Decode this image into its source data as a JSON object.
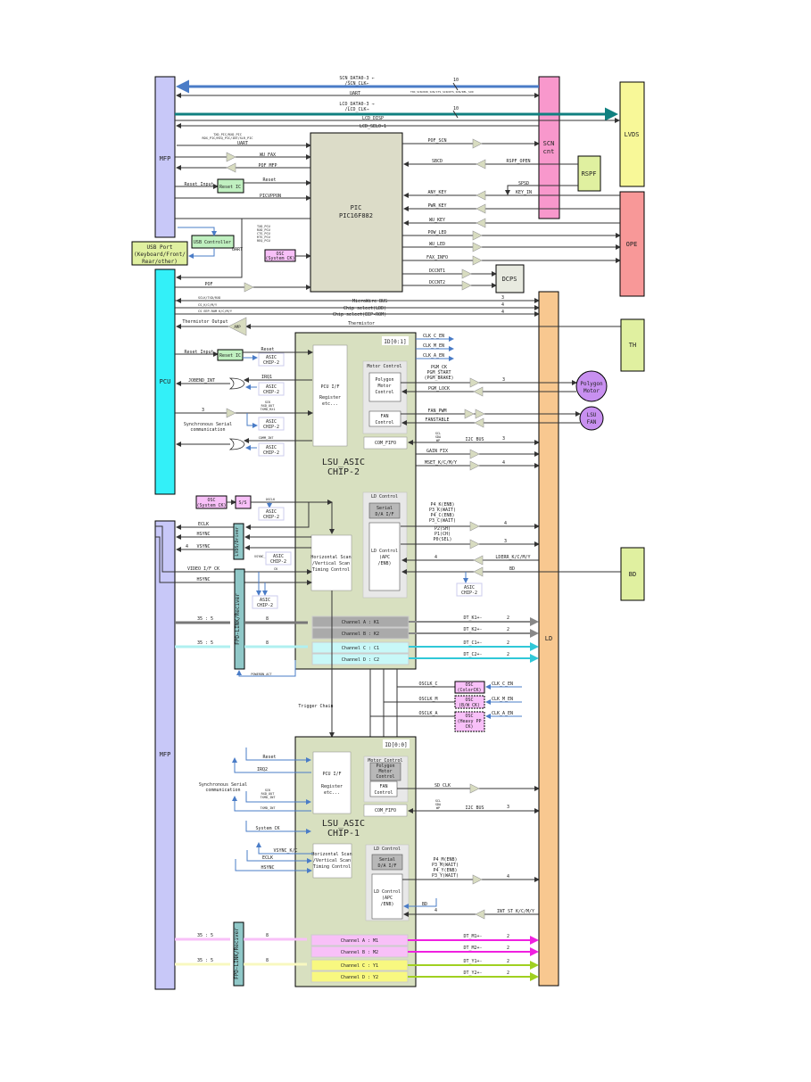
{
  "colors": {
    "mfp": "#c8c8f8",
    "pcu": "#33f0f8",
    "scn": "#f898cc",
    "lvds": "#f8f898",
    "ope": "#f89898",
    "rspf": "#e0f0a0",
    "th": "#e0f0a0",
    "bd": "#e0f0a0",
    "ld": "#f8c890",
    "asic": "#d8e0c0",
    "pic": "#dcdcc8",
    "reset_ic": "#c0f0c0",
    "usb_ctrl": "#c0f0c0",
    "usb_port": "#e0f0a0",
    "osc": "#f8c0f8",
    "motor": "#c890f0",
    "fpd": "#90c8c8",
    "scn_bus": "#4a7cc7",
    "lcd_bus": "#108080",
    "cyan_ch": "#30c8d8",
    "magenta_ch": "#f020e0",
    "yellow_ch": "#a0d020",
    "gray_ch": "#999999"
  },
  "blocks": {
    "mfp_top": "MFP",
    "mfp_bottom": "MFP",
    "pcu": "PCU",
    "scn": [
      "SCN",
      "cnt"
    ],
    "lvds": "LVDS",
    "rspf": "RSPF",
    "ope": "OPE",
    "dcps": "DCPS",
    "th": "TH",
    "bd": "BD",
    "ld": "LD",
    "pic": [
      "PIC",
      "PIC16F882"
    ],
    "reset_ic": "Reset IC",
    "reset_ic_2": "Reset IC",
    "usb_controller": "USB Controller",
    "usb_port": [
      "USB Port",
      "(Keyboard/Front/",
      "Rear/other)"
    ],
    "osc_pic": [
      "OSC",
      "(System CK)"
    ],
    "osc_sys": [
      "OSC",
      "(System CK)"
    ],
    "ss": "S/S",
    "amp": "AMP",
    "polygon_motor": [
      "Polygon",
      "Motor"
    ],
    "lsu_fan": [
      "LSU",
      "FAN"
    ],
    "lvds_driver": "LVDS/Driver",
    "fpd_receiver_1": "FPD-LINK/Reciver",
    "fpd_receiver_2": "FPD-LINK/Reciver",
    "osc_color": [
      "OSC",
      "(ColorCK)"
    ],
    "osc_bw": [
      "OSC",
      "(B/W CK)"
    ],
    "osc_heavy": [
      "OSC",
      "(Heavy PP",
      "CK)"
    ]
  },
  "asic2": {
    "title": [
      "LSU_ASIC",
      "CHIP-2"
    ],
    "id": "ID[0:1]",
    "pcu_if": [
      "PCU I/F",
      "",
      "Register",
      "etc..."
    ],
    "motor_control": "Motor Control",
    "polygon_ctrl": [
      "Polygon",
      "Motor",
      "Control"
    ],
    "fan_ctrl": [
      "FAN",
      "Control"
    ],
    "com_fifo": "COM_FIFO",
    "ld_control": "LD Control",
    "serial_da": [
      "Serial",
      "D/A I/F"
    ],
    "ld_ctrl_inner": [
      "LD Control",
      "(APC",
      "/ENB)"
    ],
    "hv_scan": [
      "Horizontal Scan",
      "/Vertical Scan",
      "Timing Control"
    ],
    "channels": [
      "Channel A : K1",
      "Channel B : K2",
      "Channel C : C1",
      "Channel D : C2"
    ]
  },
  "asic1": {
    "title": [
      "LSU_ASIC",
      "CHIP-1"
    ],
    "id": "ID[0:0]",
    "pcu_if": [
      "PCU I/F",
      "",
      "Register",
      "etc..."
    ],
    "motor_control": "Motor Control",
    "polygon_ctrl": [
      "Polygon",
      "Motor",
      "Control"
    ],
    "fan_ctrl": [
      "FAN",
      "Control"
    ],
    "com_fifo": "COM_FIFO",
    "ld_control": "LD Control",
    "serial_da": [
      "Serial",
      "D/A I/F"
    ],
    "ld_ctrl_inner": [
      "LD Control",
      "(APC",
      "/ENB)"
    ],
    "hv_scan": [
      "Horizontal Scan",
      "/Vertical Scan",
      "Timing Control"
    ],
    "channels": [
      "Channel A : M1",
      "Channel B : M2",
      "Channel C : Y1",
      "Channel D : Y2"
    ]
  },
  "signals": {
    "scn_data": [
      "SCN_DATA0-3 ←",
      "/SCN_CLK←"
    ],
    "scn_bus_width": "10",
    "uart_top": "UART",
    "uart_top_note": "TXD_SCN/RXD_SCN/CTS_SCN/RTS_SCN/REL_SCN",
    "lcd_data": [
      "LCD_DATA0-3 →",
      "/LCD_CLK→"
    ],
    "lcd_bus_width": "10",
    "lcd_disp": "LCD_DISP",
    "lcd_sel": "LCD_SEL0-1",
    "pic_uart_note": [
      "TXD_PIC/RXD_PIC",
      "RDX_PIC/REQ_PIC/INT/SLR_PIC"
    ],
    "pic_uart": "UART",
    "wu_fax": "WU_FAX",
    "pof_mfp": "POF_MFP",
    "reset_input": "Reset Input",
    "reset": "Reset",
    "pic_vppon": "PICVPPON",
    "pof_scn": "POF_SCN",
    "sbcd": "SBCD",
    "rspf_open": "RSPF_OPEN",
    "spsd": "SPSD",
    "key_in": "KEY_IN",
    "any_key": "ANY_KEY",
    "pwr_key": "PWR_KEY",
    "wu_key": "WU_KEY",
    "pow_led": "POW_LED",
    "wu_led": "WU_LED",
    "fax_info": "FAX_INFO",
    "dccnt1": "DCCNT1",
    "dccnt2": "DCCNT2",
    "usb_uart": "UART",
    "usb_uart_note": [
      "TXD_PCU",
      "RXD_PCU",
      "CTS_PCU",
      "RTS_PCU",
      "REQ_PCU"
    ],
    "pof": "POF",
    "microwire": "MicroWire BUS",
    "microwire_note": "SCLK/TXD/RXD",
    "cs_ldd": "Chip select(LDD)",
    "cs_ldd_note": "CS_K/C/M/Y",
    "cs_eep": "Chip select(EEP-ROM)",
    "cs_eep_note": "CS EEP-ROM K/C/M/Y",
    "microwire_w": "3",
    "cs_ldd_w": "4",
    "cs_eep_w": "4",
    "thermistor_out": "Thermistor Output",
    "thermistor": "Thermistor",
    "irq1": "IRQ1",
    "jobend_int": "JOBEND_INT",
    "sync_serial": [
      "Synchronous Serial",
      "communication"
    ],
    "sync_w": "3",
    "sync_note": [
      "SCK",
      "RXD_OUT",
      "TXMD_RX1"
    ],
    "comm_int": "COMM_INT",
    "asic_chip2": [
      "ASIC",
      "CHIP-2"
    ],
    "clk_c_en": "CLK_C_EN",
    "clk_m_en": "CLK_M_EN",
    "clk_a_en": "CLK_A_EN",
    "pgm_ck": [
      "PGM_CK",
      "PGM_START",
      "(PGM_BRAKE)"
    ],
    "pgm_w": "3",
    "pgm_lock": "PGM_LOCK",
    "fan_pwm": "FAN_PWM",
    "fanstable": "FANSTABLE",
    "i2c_note": [
      "SCL",
      "SDA",
      "WP"
    ],
    "i2c_bus": "I2C BUS",
    "i2c_w": "3",
    "gain_fix": "GAIN FIX",
    "mset": "MSET_K/C/M/Y",
    "mset_w": "4",
    "osclk": "OSCLK",
    "eclk": "ECLK",
    "hsync": "HSYNC",
    "vsync": "VSYNC",
    "vsync_w": "4",
    "vsync_kc": "VSYNC_K/C",
    "video_if_ck": "VIDEO I/F CK",
    "hsync2": "HSYNC",
    "ck": "CK",
    "ld_params": [
      "P4_K(ENB)",
      "P3_K(WAIT)",
      "P4_C(ENB)",
      "P3_C(WAIT)"
    ],
    "ld_params2": [
      "P2(SH)",
      "P1(CH)",
      "P0(SEL)"
    ],
    "ld_params_w": "4",
    "ld_params2_w": "3",
    "lderr": "LDERR_K/C/M/Y",
    "lderr_w": "4",
    "bd": "BD",
    "lvds_ratio": "35 : 5",
    "chan_w": "8",
    "powerdn": "POWERDN_ACT",
    "dt_k1": "DT_K1+-",
    "dt_k2": "DT_K2+-",
    "dt_c1": "DT_C1+-",
    "dt_c2": "DT_C2+-",
    "dt_w": "2",
    "trigger_chain": "Trigger Chain",
    "osclk_c": "OSCLK_C",
    "osclk_m": "OSCLK_M",
    "osclk_a": "OSCLK_A",
    "reset1": "Reset",
    "irq2": "IRQ2",
    "sync_serial1": [
      "Synchronous Serial",
      "communication"
    ],
    "sync_note1": [
      "SCK",
      "RXD_OUT",
      "TXMD_INT"
    ],
    "txmd_int": "TXMD_INT",
    "system_ck": "System CK",
    "vsync_kc1": "VSYNC_K/C",
    "eclk1": "ECLK",
    "hsync1": "HSYNC",
    "sd_clk": "SD CLK",
    "i2c_note1": [
      "SCL",
      "SDA",
      "WP"
    ],
    "i2c_bus1": "I2C BUS",
    "ld_params1": [
      "P4_M(ENB)",
      "P3_M(WAIT)",
      "P4_Y(ENB)",
      "P3_Y(WAIT)"
    ],
    "int_st": "INT ST  K/C/M/Y",
    "int_st_w": "4",
    "bd1": "BD",
    "dt_m1": "DT_M1+-",
    "dt_m2": "DT_M2+-",
    "dt_y1": "DT_Y1+-",
    "dt_y2": "DT_Y2+-"
  }
}
